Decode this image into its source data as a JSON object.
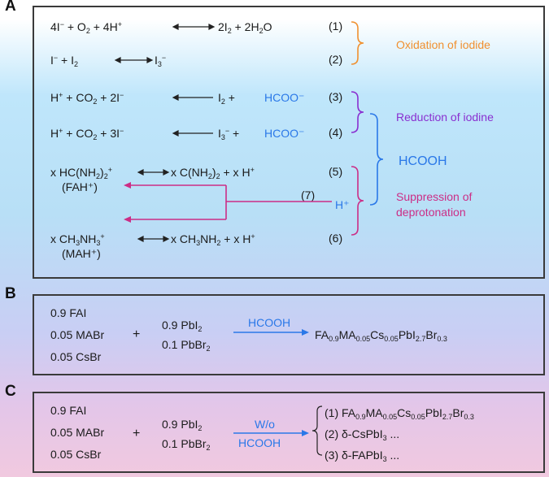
{
  "panels": {
    "a": {
      "letter": "A"
    },
    "b": {
      "letter": "B"
    },
    "c": {
      "letter": "C"
    }
  },
  "panel_a": {
    "eq1": {
      "num": "(1)"
    },
    "eq2": {
      "num": "(2)"
    },
    "eq3": {
      "num": "(3)",
      "product_formate": "HCOO⁻"
    },
    "eq4": {
      "num": "(4)",
      "product_formate": "HCOO⁻"
    },
    "eq5": {
      "num": "(5)",
      "label": "(FAH⁺)"
    },
    "eq6": {
      "num": "(6)",
      "label": "(MAH⁺)"
    },
    "path7": {
      "num": "(7)",
      "proton": "H⁺"
    },
    "labels": {
      "oxidation": "Oxidation of iodide",
      "reduction": "Reduction of iodine",
      "hcooh": "HCOOH",
      "suppression_1": "Suppression of",
      "suppression_2": "deprotonation"
    }
  },
  "panel_b": {
    "reagents_left": [
      "0.9 FAI",
      "0.05 MABr",
      "0.05 CsBr"
    ],
    "plus": "+",
    "arrow_label": "HCOOH"
  },
  "panel_c": {
    "reagents_left": [
      "0.9 FAI",
      "0.05 MABr",
      "0.05 CsBr"
    ],
    "plus": "+",
    "arrow_label_1": "W/o",
    "arrow_label_2": "HCOOH"
  },
  "colors": {
    "blue": "#2a78e8",
    "orange": "#f0902f",
    "purple": "#8a2fd0",
    "magenta": "#cc2d86"
  }
}
